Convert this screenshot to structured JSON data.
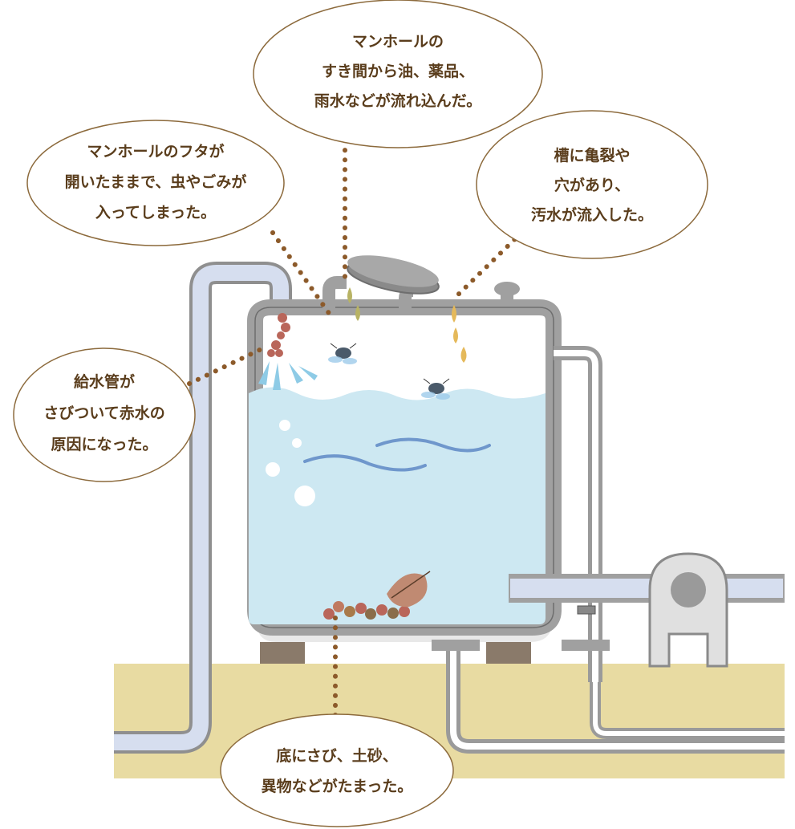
{
  "callouts": {
    "manhole_gap": {
      "lines": [
        "マンホールの",
        "すき間から油、薬品、",
        "雨水などが流れ込んだ。"
      ]
    },
    "manhole_lid": {
      "lines": [
        "マンホールのフタが",
        "開いたままで、虫やごみが",
        "入ってしまった。"
      ]
    },
    "tank_crack": {
      "lines": [
        "槽に亀裂や",
        "穴があり、",
        "汚水が流入した。"
      ]
    },
    "rusty_pipe": {
      "lines": [
        "給水管が",
        "さびついて赤水の",
        "原因になった。"
      ]
    },
    "bottom_sediment": {
      "lines": [
        "底にさび、土砂、",
        "異物などがたまった。"
      ]
    }
  },
  "colors": {
    "bubble_border": "#8c6a3c",
    "bubble_text": "#5a3d1c",
    "dotted_leader": "#8c5a2a",
    "ground": "#e8dba2",
    "water": "#cde8f2",
    "pipe_outer": "#9a9a9a",
    "pipe_inner": "#d6deef",
    "rust": "#b9665a"
  }
}
